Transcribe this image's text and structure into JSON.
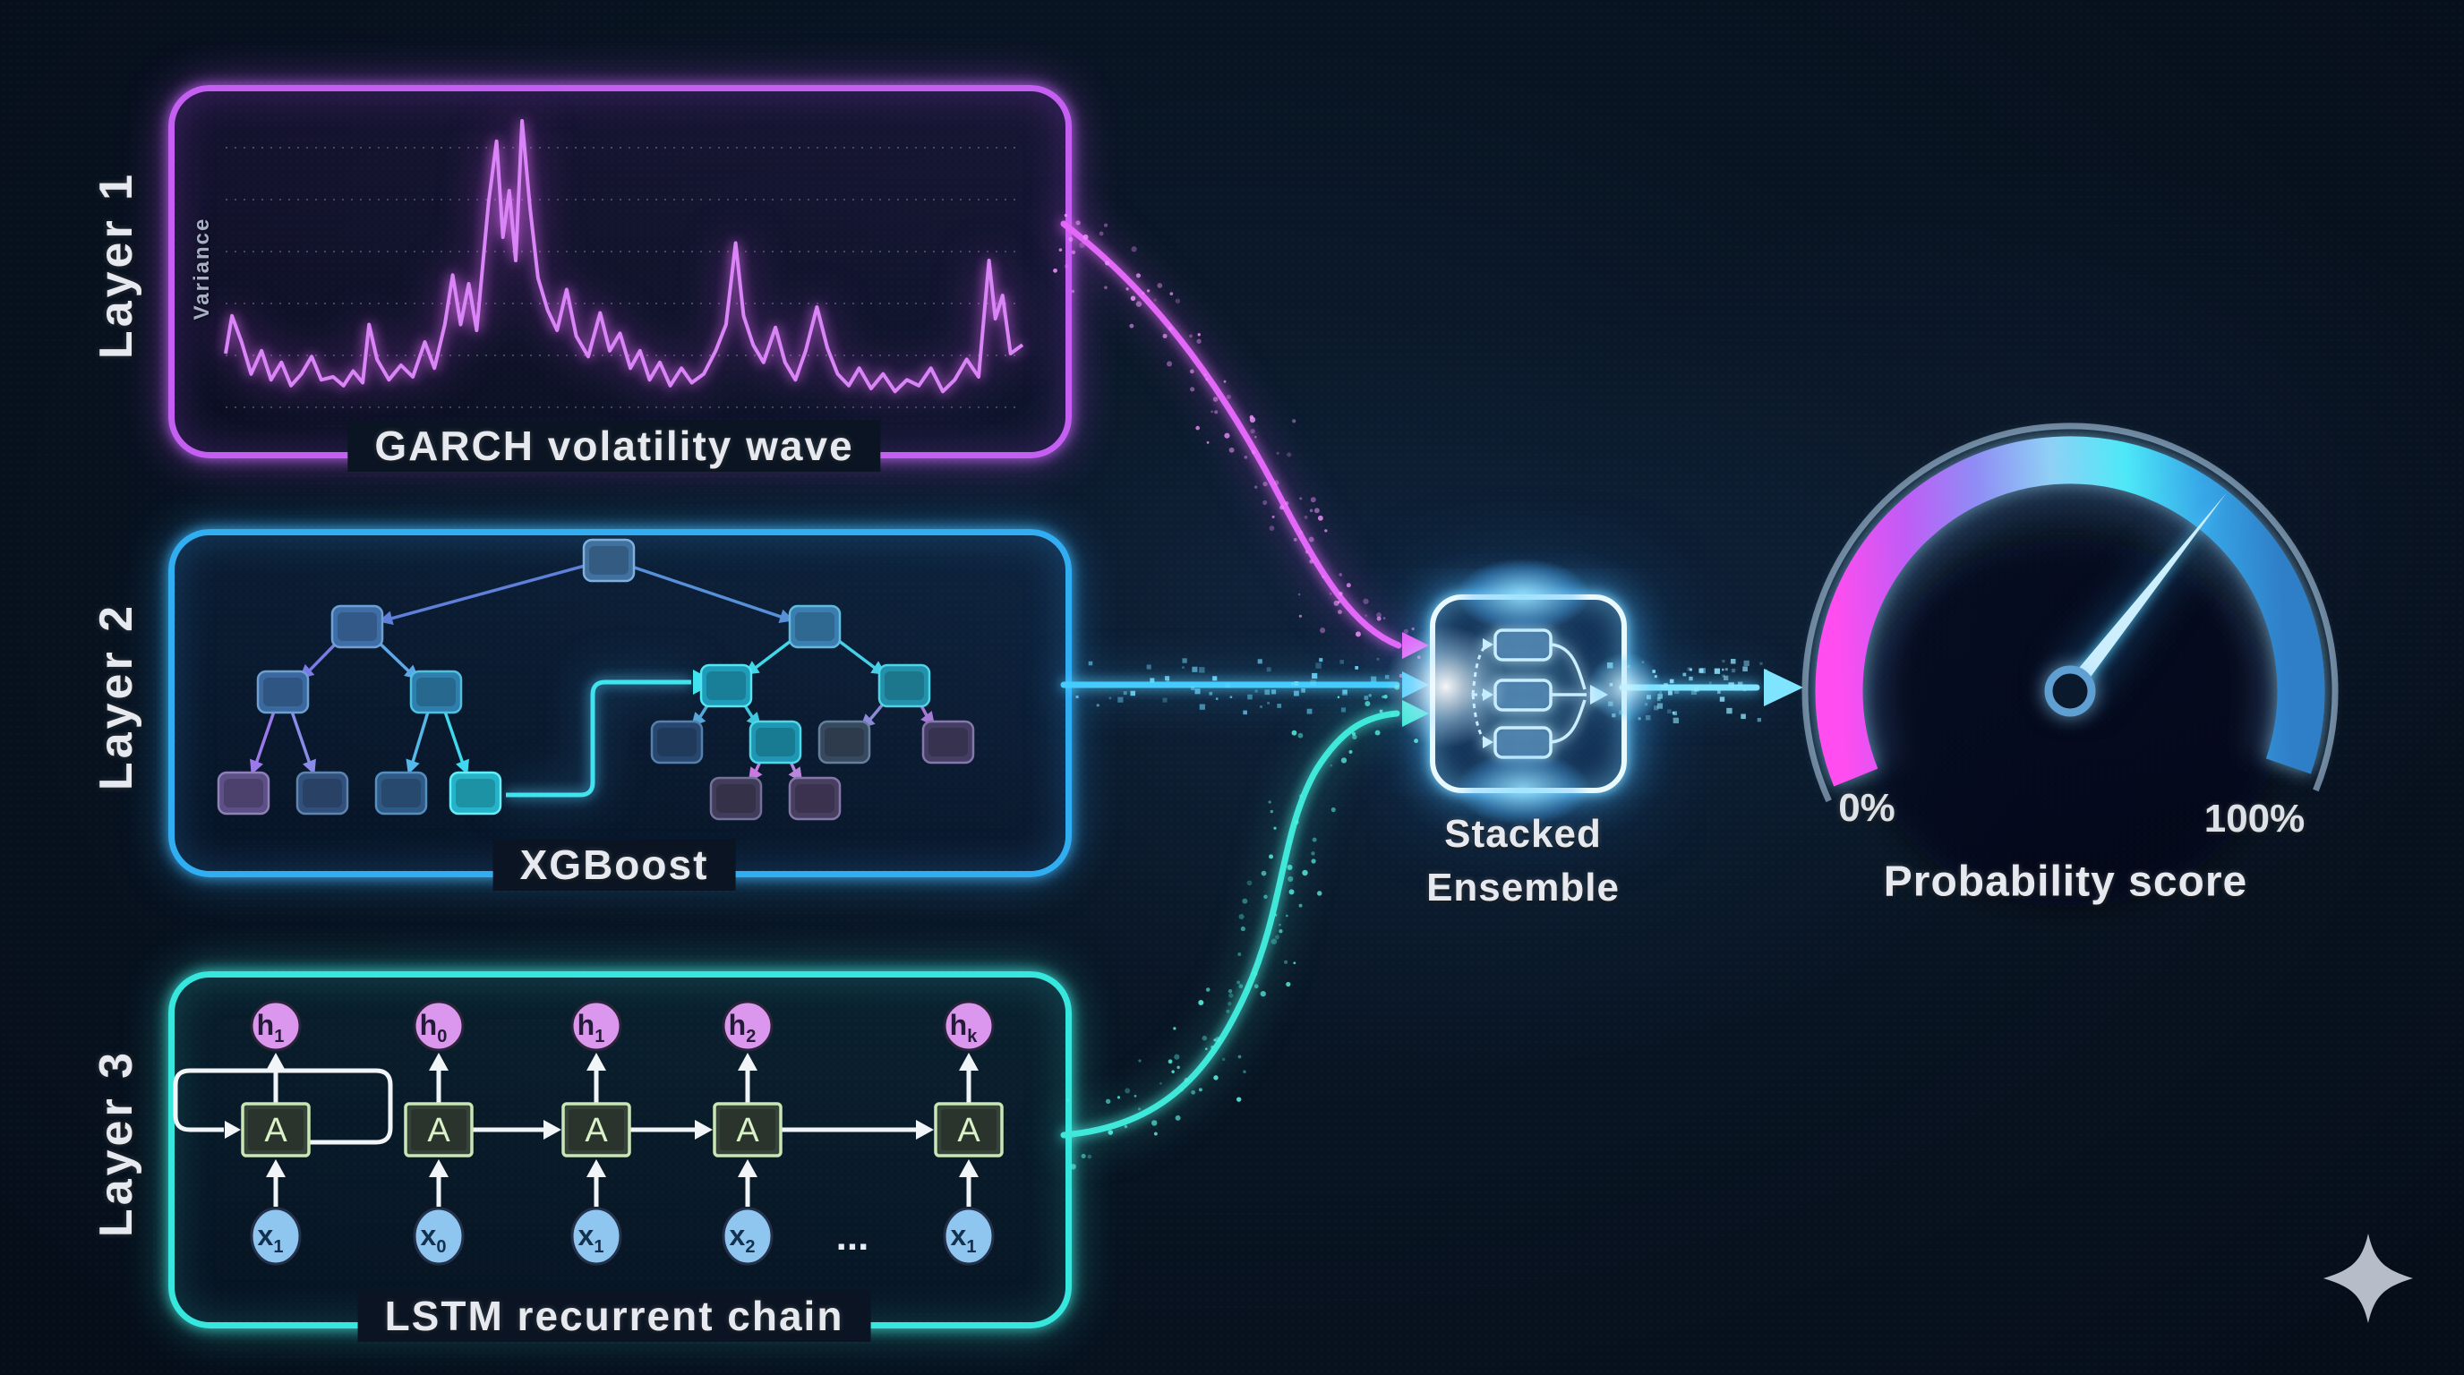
{
  "page": {
    "background": "#07111e"
  },
  "layer1": {
    "side_label": "Layer 1",
    "title": "GARCH volatility wave",
    "accent": "#c45ff2",
    "chart": {
      "ylabel": "Variance",
      "line_color": "#d985f7",
      "gridline_count": 6,
      "series": [
        [
          0.0,
          0.2
        ],
        [
          0.008,
          0.33
        ],
        [
          0.02,
          0.24
        ],
        [
          0.032,
          0.13
        ],
        [
          0.045,
          0.21
        ],
        [
          0.057,
          0.11
        ],
        [
          0.07,
          0.17
        ],
        [
          0.082,
          0.09
        ],
        [
          0.095,
          0.13
        ],
        [
          0.108,
          0.19
        ],
        [
          0.12,
          0.11
        ],
        [
          0.135,
          0.12
        ],
        [
          0.148,
          0.09
        ],
        [
          0.16,
          0.14
        ],
        [
          0.172,
          0.1
        ],
        [
          0.18,
          0.3
        ],
        [
          0.19,
          0.18
        ],
        [
          0.205,
          0.11
        ],
        [
          0.22,
          0.16
        ],
        [
          0.235,
          0.12
        ],
        [
          0.25,
          0.24
        ],
        [
          0.262,
          0.15
        ],
        [
          0.275,
          0.3
        ],
        [
          0.285,
          0.47
        ],
        [
          0.295,
          0.3
        ],
        [
          0.305,
          0.44
        ],
        [
          0.315,
          0.28
        ],
        [
          0.33,
          0.72
        ],
        [
          0.34,
          0.93
        ],
        [
          0.348,
          0.6
        ],
        [
          0.356,
          0.76
        ],
        [
          0.364,
          0.52
        ],
        [
          0.372,
          1.0
        ],
        [
          0.382,
          0.7
        ],
        [
          0.392,
          0.46
        ],
        [
          0.404,
          0.35
        ],
        [
          0.416,
          0.28
        ],
        [
          0.428,
          0.42
        ],
        [
          0.44,
          0.26
        ],
        [
          0.455,
          0.19
        ],
        [
          0.47,
          0.34
        ],
        [
          0.482,
          0.21
        ],
        [
          0.495,
          0.27
        ],
        [
          0.508,
          0.15
        ],
        [
          0.52,
          0.21
        ],
        [
          0.532,
          0.11
        ],
        [
          0.545,
          0.17
        ],
        [
          0.558,
          0.09
        ],
        [
          0.572,
          0.15
        ],
        [
          0.585,
          0.1
        ],
        [
          0.6,
          0.13
        ],
        [
          0.615,
          0.21
        ],
        [
          0.628,
          0.3
        ],
        [
          0.64,
          0.58
        ],
        [
          0.65,
          0.33
        ],
        [
          0.662,
          0.23
        ],
        [
          0.675,
          0.17
        ],
        [
          0.69,
          0.29
        ],
        [
          0.702,
          0.17
        ],
        [
          0.715,
          0.11
        ],
        [
          0.728,
          0.21
        ],
        [
          0.742,
          0.36
        ],
        [
          0.755,
          0.22
        ],
        [
          0.768,
          0.13
        ],
        [
          0.782,
          0.09
        ],
        [
          0.795,
          0.15
        ],
        [
          0.81,
          0.08
        ],
        [
          0.825,
          0.13
        ],
        [
          0.84,
          0.07
        ],
        [
          0.855,
          0.11
        ],
        [
          0.87,
          0.09
        ],
        [
          0.885,
          0.15
        ],
        [
          0.9,
          0.07
        ],
        [
          0.915,
          0.11
        ],
        [
          0.93,
          0.18
        ],
        [
          0.945,
          0.12
        ],
        [
          0.958,
          0.52
        ],
        [
          0.966,
          0.32
        ],
        [
          0.975,
          0.4
        ],
        [
          0.985,
          0.2
        ],
        [
          1.0,
          0.23
        ]
      ]
    }
  },
  "layer2": {
    "side_label": "Layer 2",
    "title": "XGBoost",
    "accent": "#31aef2",
    "tree": {
      "boost_color": "#3fe4ee",
      "nodes": [
        {
          "id": "root",
          "fill": "#40719f",
          "stroke": "#7fb0dd"
        },
        {
          "id": "L1",
          "fill": "#3f6da6",
          "stroke": "#6f9fd4"
        },
        {
          "id": "R1",
          "fill": "#3a7fb0",
          "stroke": "#62b8dd"
        },
        {
          "id": "LL",
          "fill": "#3a689f",
          "stroke": "#6f9fd0"
        },
        {
          "id": "LR",
          "fill": "#2f7fae",
          "stroke": "#4fc0e0"
        },
        {
          "id": "l1",
          "fill": "#5d5086",
          "stroke": "#9080b8"
        },
        {
          "id": "l2",
          "fill": "#32507c",
          "stroke": "#5f84b0"
        },
        {
          "id": "l3",
          "fill": "#2f5a86",
          "stroke": "#548fc0"
        },
        {
          "id": "l4",
          "fill": "#24b3c9",
          "stroke": "#66eef8"
        },
        {
          "id": "RL",
          "fill": "#1f9cba",
          "stroke": "#55e4f2"
        },
        {
          "id": "RR",
          "fill": "#2391ab",
          "stroke": "#4fd4e6"
        },
        {
          "id": "rc1",
          "fill": "#27476e",
          "stroke": "#5580ad"
        },
        {
          "id": "rc2",
          "fill": "#1f96b2",
          "stroke": "#4fd8ea"
        },
        {
          "id": "rc3",
          "fill": "#37495f",
          "stroke": "#66809c"
        },
        {
          "id": "rc4",
          "fill": "#453e63",
          "stroke": "#8577ad"
        },
        {
          "id": "b1",
          "fill": "#403c59",
          "stroke": "#757099"
        },
        {
          "id": "b2",
          "fill": "#473e60",
          "stroke": "#8377a8"
        }
      ],
      "edges": [
        [
          "root",
          "L1",
          "#5f7fd8"
        ],
        [
          "root",
          "R1",
          "#5590d8"
        ],
        [
          "L1",
          "LL",
          "#7a7ae8"
        ],
        [
          "L1",
          "LR",
          "#5fa8e8"
        ],
        [
          "LL",
          "l1",
          "#9a7ae8"
        ],
        [
          "LL",
          "l2",
          "#8a8ae8"
        ],
        [
          "LR",
          "l3",
          "#55b8e8"
        ],
        [
          "LR",
          "l4",
          "#3fd8ee"
        ],
        [
          "R1",
          "RL",
          "#3fd8e8"
        ],
        [
          "R1",
          "RR",
          "#45d0e8"
        ],
        [
          "RL",
          "rc1",
          "#55a8d8"
        ],
        [
          "RL",
          "rc2",
          "#3fc8de"
        ],
        [
          "RR",
          "rc3",
          "#8a8ad8"
        ],
        [
          "RR",
          "rc4",
          "#a87ad8"
        ],
        [
          "rc2",
          "b1",
          "#c87ae0"
        ],
        [
          "rc2",
          "b2",
          "#b886dc"
        ]
      ]
    }
  },
  "layer3": {
    "side_label": "Layer 3",
    "title": "LSTM recurrent chain",
    "accent": "#37e6dc",
    "lstm": {
      "cell_letter": "A",
      "ellipsis": "...",
      "h_labels": [
        [
          "h",
          "1"
        ],
        [
          "h",
          "0"
        ],
        [
          "h",
          "1"
        ],
        [
          "h",
          "2"
        ],
        [
          "h",
          "k"
        ]
      ],
      "x_labels": [
        [
          "x",
          "1"
        ],
        [
          "x",
          "0"
        ],
        [
          "x",
          "1"
        ],
        [
          "x",
          "2"
        ],
        [
          "x",
          "1"
        ]
      ],
      "h_fill": "#db96ee",
      "x_fill": "#8ec6ef",
      "cell_fill": "#36433a",
      "cell_stroke": "#c9e6b4",
      "arrow_color": "#f2f5f8"
    }
  },
  "ensemble": {
    "label_line1": "Stacked",
    "label_line2": "Ensemble",
    "border": "#e9faff",
    "icon_color": "#c9eeff"
  },
  "gauge": {
    "min_label": "0%",
    "max_label": "100%",
    "caption": "Probability score",
    "needle_percent": 68,
    "band_colors": [
      "#ff4df0",
      "#c05cf5",
      "#8f8df5",
      "#8fd0f5",
      "#4de8f8",
      "#38a8e8",
      "#2f7fc8"
    ],
    "ring_color": "#72889e",
    "needle_color": "#cdeefc"
  },
  "flows": {
    "garch_color": "#e368f8",
    "xgb_color": "#45ccff",
    "lstm_color": "#3fe8d8",
    "output_color": "#7fe4ff"
  },
  "sparkle_color": "#b6bdc9"
}
